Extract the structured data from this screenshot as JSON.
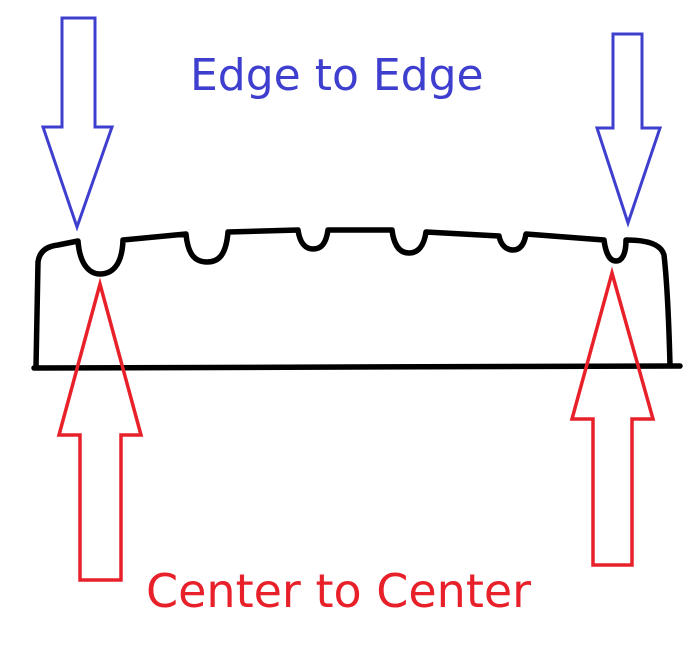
{
  "labels": {
    "edge_to_edge": "Edge to Edge",
    "center_to_center": "Center to Center"
  },
  "colors": {
    "edge_arrows": "#3f3fcf",
    "center_arrows": "#e8202a",
    "outline": "#000000",
    "background": "#ffffff"
  },
  "slot_count": 6
}
